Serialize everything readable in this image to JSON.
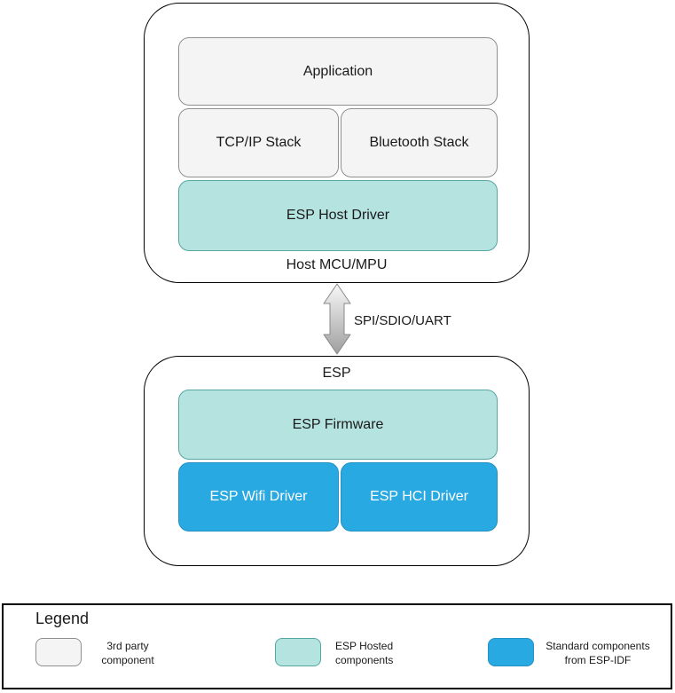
{
  "colors": {
    "gray_fill": "#f4f4f4",
    "gray_border": "#8f8f8f",
    "teal_fill": "#b4e3e0",
    "teal_border": "#56a7a1",
    "blue_fill": "#29a9e1",
    "blue_border": "#2391c3",
    "outline": "#000000",
    "text_dark": "#1a1a1a",
    "text_light": "#ffffff",
    "arrow_top": "#f8f8f8",
    "arrow_bottom": "#9e9e9e",
    "arrow_stroke": "#8a8a8a"
  },
  "host_group": {
    "label": "Host MCU/MPU",
    "boxes": {
      "application": "Application",
      "tcpip_stack": "TCP/IP Stack",
      "bluetooth_stack": "Bluetooth Stack",
      "esp_host_driver": "ESP Host Driver"
    }
  },
  "link": {
    "label": "SPI/SDIO/UART"
  },
  "esp_group": {
    "label": "ESP",
    "boxes": {
      "esp_firmware": "ESP Firmware",
      "esp_wifi_driver": "ESP Wifi Driver",
      "esp_hci_driver": "ESP HCI Driver"
    }
  },
  "legend": {
    "title": "Legend",
    "items": [
      {
        "swatch": "gray",
        "line1": "3rd party",
        "line2": "component"
      },
      {
        "swatch": "teal",
        "line1": "ESP Hosted",
        "line2": "components"
      },
      {
        "swatch": "blue",
        "line1": "Standard components",
        "line2": "from ESP-IDF"
      }
    ]
  }
}
